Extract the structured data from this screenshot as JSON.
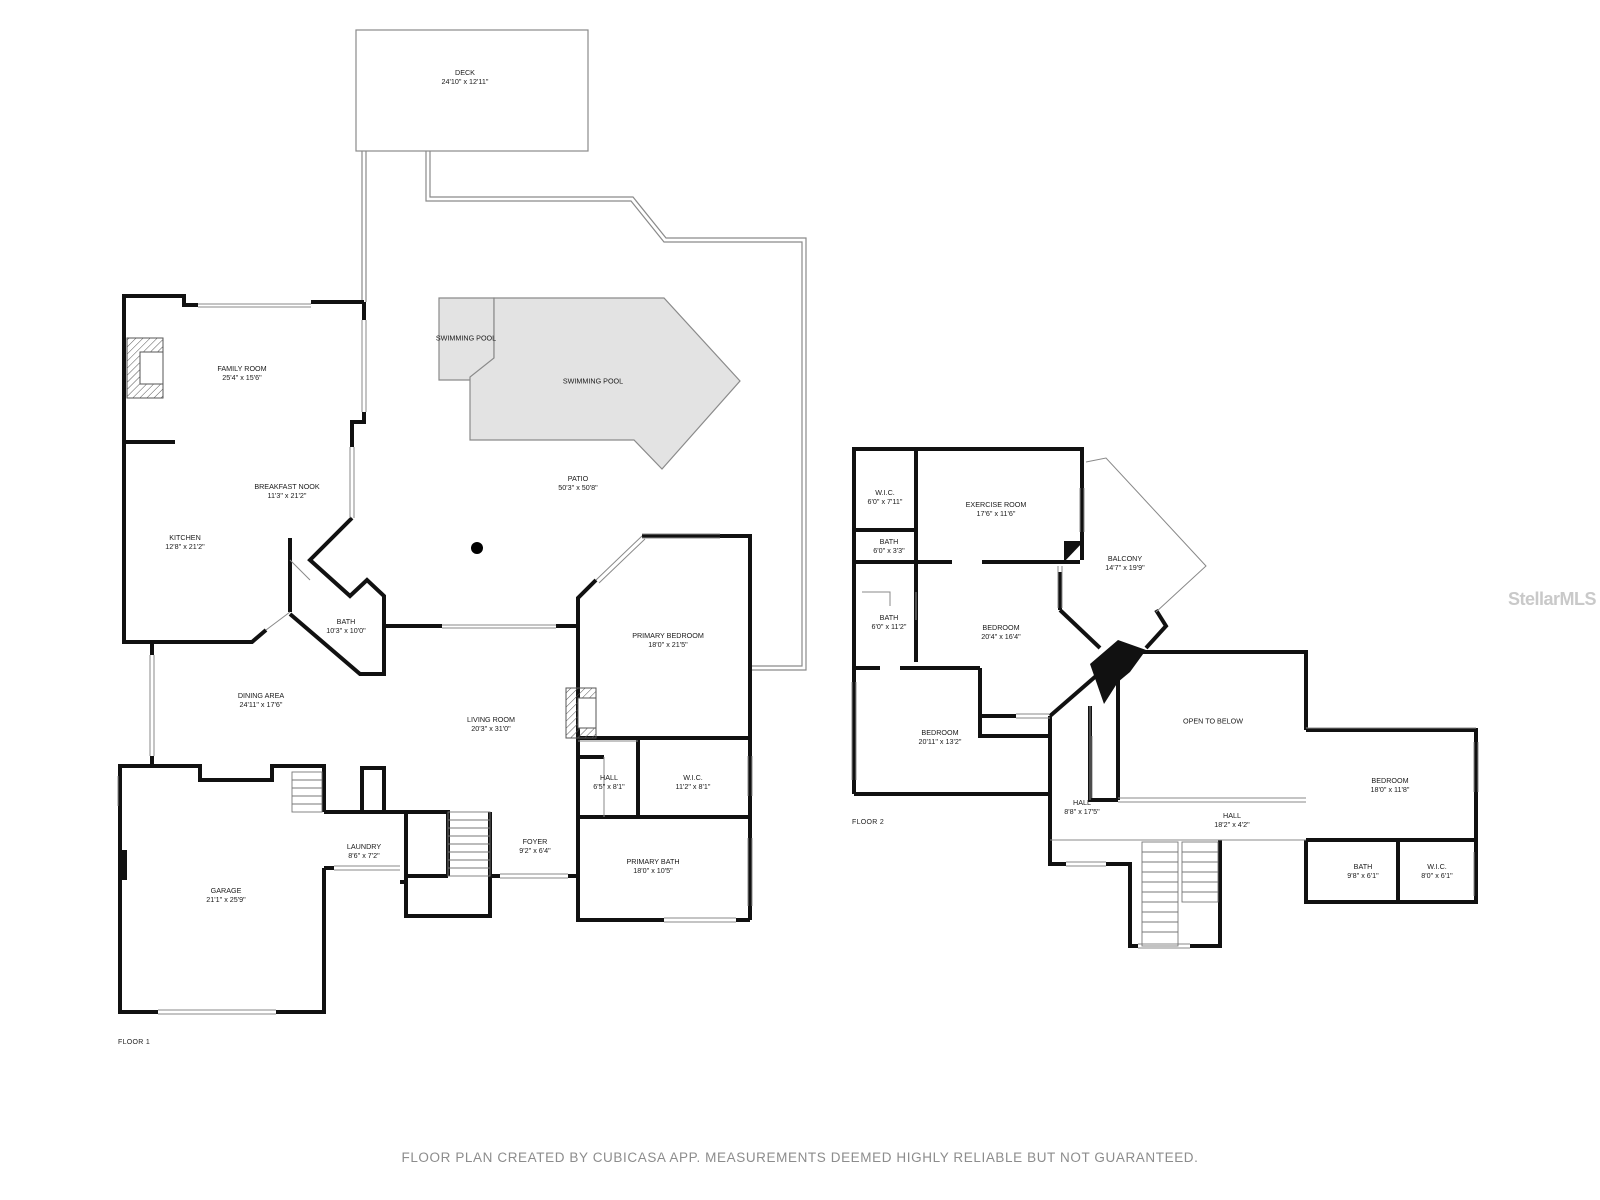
{
  "floor1": {
    "label": "FLOOR 1",
    "rooms": [
      {
        "id": "deck",
        "name": "DECK",
        "dims": "24'10\" x 12'11\""
      },
      {
        "id": "swimming-pool-small",
        "name": "SWIMMING POOL",
        "dims": ""
      },
      {
        "id": "swimming-pool",
        "name": "SWIMMING POOL",
        "dims": ""
      },
      {
        "id": "patio",
        "name": "PATIO",
        "dims": "50'3\" x 50'8\""
      },
      {
        "id": "family-room",
        "name": "FAMILY ROOM",
        "dims": "25'4\" x 15'6\""
      },
      {
        "id": "breakfast-nook",
        "name": "BREAKFAST NOOK",
        "dims": "11'3\" x 21'2\""
      },
      {
        "id": "kitchen",
        "name": "KITCHEN",
        "dims": "12'8\" x 21'2\""
      },
      {
        "id": "bath-1",
        "name": "BATH",
        "dims": "10'3\" x 10'0\""
      },
      {
        "id": "primary-bedroom",
        "name": "PRIMARY BEDROOM",
        "dims": "18'0\" x 21'5\""
      },
      {
        "id": "dining-area",
        "name": "DINING AREA",
        "dims": "24'11\" x 17'6\""
      },
      {
        "id": "living-room",
        "name": "LIVING ROOM",
        "dims": "20'3\" x 31'0\""
      },
      {
        "id": "hall-1",
        "name": "HALL",
        "dims": "6'5\" x 8'1\""
      },
      {
        "id": "wic-1",
        "name": "W.I.C.",
        "dims": "11'2\" x 8'1\""
      },
      {
        "id": "laundry",
        "name": "LAUNDRY",
        "dims": "8'6\" x 7'2\""
      },
      {
        "id": "foyer",
        "name": "FOYER",
        "dims": "9'2\" x 6'4\""
      },
      {
        "id": "primary-bath",
        "name": "PRIMARY BATH",
        "dims": "18'0\" x 10'5\""
      },
      {
        "id": "garage",
        "name": "GARAGE",
        "dims": "21'1\" x 25'9\""
      }
    ]
  },
  "floor2": {
    "label": "FLOOR 2",
    "rooms": [
      {
        "id": "wic-2",
        "name": "W.I.C.",
        "dims": "6'0\" x 7'11\""
      },
      {
        "id": "exercise-room",
        "name": "EXERCISE ROOM",
        "dims": "17'6\" x 11'6\""
      },
      {
        "id": "balcony",
        "name": "BALCONY",
        "dims": "14'7\" x 19'9\""
      },
      {
        "id": "bath-2a",
        "name": "BATH",
        "dims": "6'0\" x 3'3\""
      },
      {
        "id": "bath-2b",
        "name": "BATH",
        "dims": "6'0\" x 11'2\""
      },
      {
        "id": "bedroom-1",
        "name": "BEDROOM",
        "dims": "20'4\" x 16'4\""
      },
      {
        "id": "open-to-below",
        "name": "OPEN TO BELOW",
        "dims": ""
      },
      {
        "id": "bedroom-2",
        "name": "BEDROOM",
        "dims": "20'11\" x 13'2\""
      },
      {
        "id": "bedroom-3",
        "name": "BEDROOM",
        "dims": "18'0\" x 11'8\""
      },
      {
        "id": "hall-2a",
        "name": "HALL",
        "dims": "8'8\" x 17'5\""
      },
      {
        "id": "hall-2b",
        "name": "HALL",
        "dims": "18'2\" x 4'2\""
      },
      {
        "id": "bath-2c",
        "name": "BATH",
        "dims": "9'8\" x 6'1\""
      },
      {
        "id": "wic-3",
        "name": "W.I.C.",
        "dims": "8'0\" x 6'1\""
      }
    ]
  },
  "footer": "FLOOR PLAN CREATED BY CUBICASA APP. MEASUREMENTS DEEMED HIGHLY RELIABLE BUT NOT GUARANTEED.",
  "watermark": "StellarMLS",
  "colors": {
    "wall": "#111111",
    "outline": "#8a8a8a",
    "pool_fill": "#e3e3e3",
    "footer_text": "#8c8c8c"
  }
}
